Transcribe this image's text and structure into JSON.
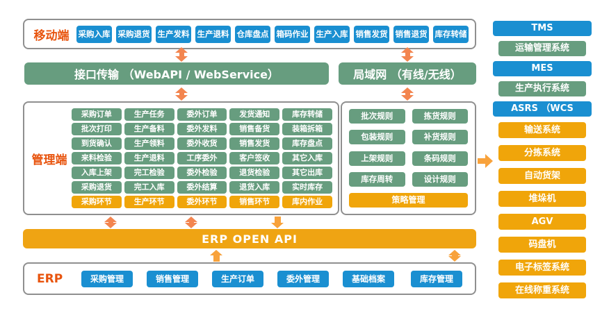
{
  "colors": {
    "button_blue": "#1a8fd1",
    "button_green": "#679d7f",
    "button_orange": "#f0a50a",
    "erp_bar_orange": "#efa413",
    "arrow_orange": "#f3854f",
    "label_red": "#e8540e"
  },
  "mobile": {
    "label": "移动端",
    "buttons": [
      "采购入库",
      "采购退货",
      "生产发料",
      "生产退料",
      "仓库盘点",
      "箱码作业",
      "生产入库",
      "销售发货",
      "销售退货",
      "库存转储"
    ]
  },
  "transport": {
    "api_bar": "接口传输 （WebAPI / WebService）",
    "lan_bar": "局域网 （有线/无线）"
  },
  "management": {
    "label": "管理端",
    "columns": [
      {
        "items": [
          "采购订单",
          "批次打印",
          "到货确认",
          "来料检验",
          "入库上架",
          "采购退货"
        ],
        "footer": "采购环节"
      },
      {
        "items": [
          "生产任务",
          "生产备料",
          "生产领料",
          "生产退料",
          "完工检验",
          "完工入库"
        ],
        "footer": "生产环节"
      },
      {
        "items": [
          "委外订单",
          "委外发料",
          "委外收货",
          "工序委外",
          "委外检验",
          "委外结算"
        ],
        "footer": "委外环节"
      },
      {
        "items": [
          "发货通知",
          "销售备货",
          "销售发货",
          "客户签收",
          "退货检验",
          "退货入库"
        ],
        "footer": "销售环节"
      },
      {
        "items": [
          "库存转储",
          "装箱拆箱",
          "库存盘点",
          "其它入库",
          "其它出库",
          "实时库存"
        ],
        "footer": "库内作业"
      }
    ]
  },
  "rules": {
    "items": [
      "批次规则",
      "拣货规则",
      "包装规则",
      "补货规则",
      "上架规则",
      "条码规则",
      "库存周转",
      "设计规则"
    ],
    "footer": "策略管理"
  },
  "erp_api_bar": "ERP  OPEN API",
  "erp": {
    "label": "ERP",
    "buttons": [
      "采购管理",
      "销售管理",
      "生产订单",
      "委外管理",
      "基础档案"
    ],
    "right_button": "库存管理"
  },
  "right_panel": {
    "items": [
      {
        "label": "TMS",
        "type": "blue"
      },
      {
        "label": "运输管理系统",
        "type": "green"
      },
      {
        "label": "MES",
        "type": "blue"
      },
      {
        "label": "生产执行系统",
        "type": "green"
      },
      {
        "label": "ASRS （WCS",
        "type": "blue"
      },
      {
        "label": "输送系统",
        "type": "orange"
      },
      {
        "label": "分拣系统",
        "type": "orange"
      },
      {
        "label": "自动货架",
        "type": "orange"
      },
      {
        "label": "堆垛机",
        "type": "orange"
      },
      {
        "label": "AGV",
        "type": "orange"
      },
      {
        "label": "码盘机",
        "type": "orange"
      },
      {
        "label": "电子标签系统",
        "type": "orange"
      },
      {
        "label": "在线称重系统",
        "type": "orange"
      }
    ]
  }
}
